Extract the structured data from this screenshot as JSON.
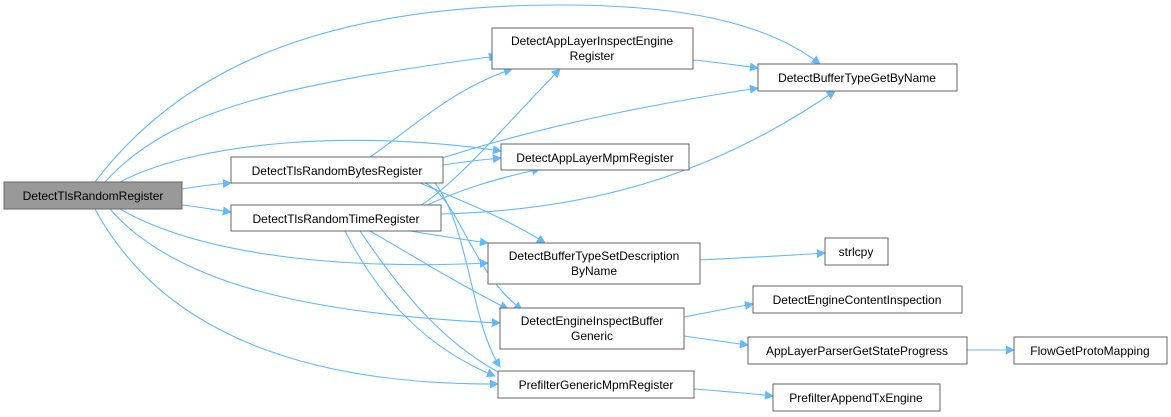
{
  "nodes": {
    "root": "DetectTlsRandomRegister",
    "bytes_register": "DetectTlsRandomBytesRegister",
    "time_register": "DetectTlsRandomTimeRegister",
    "app_layer_inspect_engine_register": [
      "DetectAppLayerInspectEngine",
      "Register"
    ],
    "buffer_type_get_by_name": "DetectBufferTypeGetByName",
    "app_layer_mpm_register": "DetectAppLayerMpmRegister",
    "buffer_type_set_description": [
      "DetectBufferTypeSetDescription",
      "ByName"
    ],
    "strlcpy": "strlcpy",
    "engine_content_inspection": "DetectEngineContentInspection",
    "engine_inspect_buffer_generic": [
      "DetectEngineInspectBuffer",
      "Generic"
    ],
    "app_layer_parser_get_state_progress": "AppLayerParserGetStateProgress",
    "flow_get_proto_mapping": "FlowGetProtoMapping",
    "prefilter_generic_mpm_register": "PrefilterGenericMpmRegister",
    "prefilter_append_tx_engine": "PrefilterAppendTxEngine"
  }
}
